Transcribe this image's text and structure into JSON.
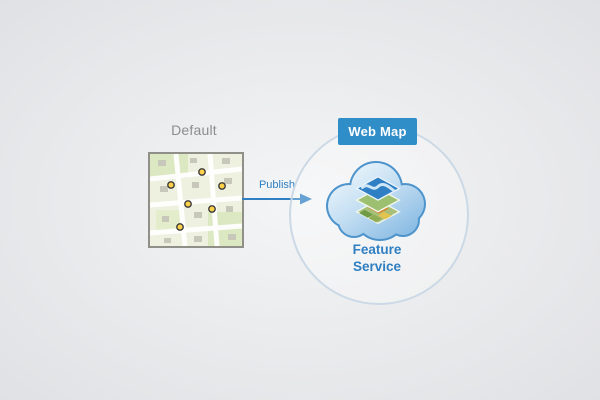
{
  "labels": {
    "map_title": "Default",
    "arrow": "Publish",
    "badge": "Web Map",
    "cloud_caption": "Feature Service"
  },
  "colors": {
    "accent_blue": "#2f7fc2",
    "badge_bg": "#2f8dc8",
    "map_point": "#ffd24a",
    "map_point_stroke": "#3a3a3a",
    "circle_outline": "#cbd9e6",
    "cloud_outline": "#4d94cc"
  }
}
